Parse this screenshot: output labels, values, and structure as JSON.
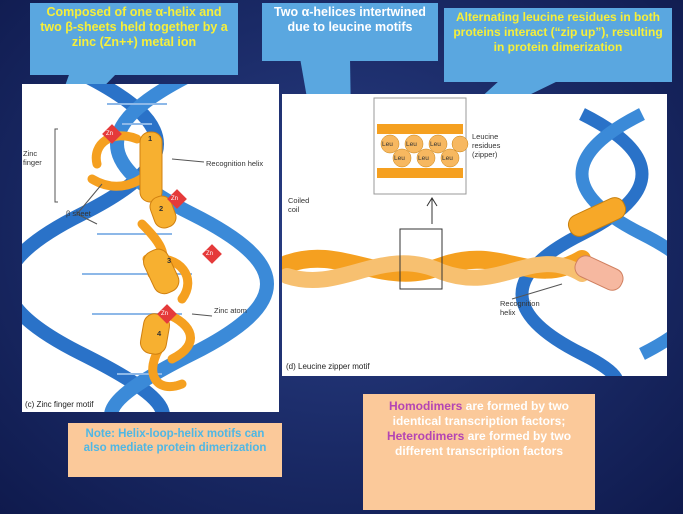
{
  "callouts": {
    "zinc_finger": "Composed of one α-helix and two β-sheets held together by a zinc (Zn++) metal ion",
    "two_helices": "Two α-helices intertwined due to leucine motifs",
    "leucine_residues": "Alternating leucine residues in both proteins interact (“zip up”), resulting in protein dimerization"
  },
  "notes": {
    "helix_loop_helix": "Note: Helix-loop-helix motifs can also mediate protein dimerization"
  },
  "dimer_box": {
    "homo_term": "Homodimers",
    "homo_text": " are formed by two identical transcription factors;",
    "hetero_term": "Heterodimers",
    "hetero_text": " are formed by two different transcription factors"
  },
  "figure_c": {
    "caption": "(c) Zinc finger motif",
    "zinc_finger_label": "Zinc finger",
    "beta_sheet_label": "β sheet",
    "recognition_helix_label": "Recognition helix",
    "zinc_atom_label": "Zinc atom",
    "zn": "Zn",
    "numbers": [
      "1",
      "2",
      "3",
      "4"
    ]
  },
  "figure_d": {
    "caption": "(d) Leucine zipper motif",
    "coiled_coil_label": "Coiled coil",
    "leucine_residues_label": "Leucine residues (zipper)",
    "recognition_helix_label": "Recognition helix",
    "leu": "Leu"
  },
  "colors": {
    "background": "#1a2a66",
    "callout_blue": "#5aa7e0",
    "callout_yellow_text": "#f6ef3a",
    "note_peach": "#fbc99a",
    "dna_blue": "#2a72c8",
    "protein_orange": "#f5a020",
    "zinc_red": "#e53a3a"
  }
}
